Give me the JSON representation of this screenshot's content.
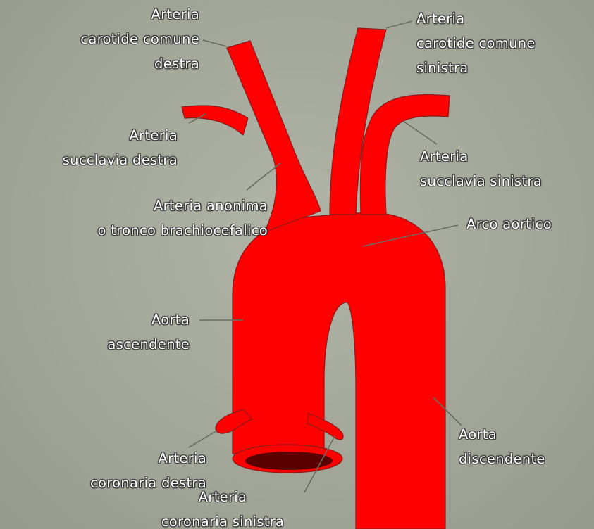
{
  "colors": {
    "background": "#a6aa9c",
    "vessel": "#ff0000",
    "vessel_outline": "#8b1a1a",
    "leader_line": "#6b6b60",
    "label_text": "#ffffff"
  },
  "labels": {
    "carotide_destra": [
      "Arteria",
      "carotide comune",
      "destra"
    ],
    "carotide_sinistra": [
      "Arteria",
      "carotide comune",
      "sinistra"
    ],
    "succlavia_destra": [
      "Arteria",
      "succlavia destra"
    ],
    "succlavia_sinistra": [
      "Arteria",
      "succlavia sinistra"
    ],
    "anonima": [
      "Arteria anonima",
      "o tronco brachiocefalico"
    ],
    "arco": [
      "Arco aortico"
    ],
    "ascendente": [
      "Aorta",
      "ascendente"
    ],
    "discendente": [
      "Aorta",
      "discendente"
    ],
    "coronaria_destra": [
      "Arteria",
      "coronaria destra"
    ],
    "coronaria_sinistra": [
      "Arteria",
      "coronaria sinistra"
    ]
  }
}
